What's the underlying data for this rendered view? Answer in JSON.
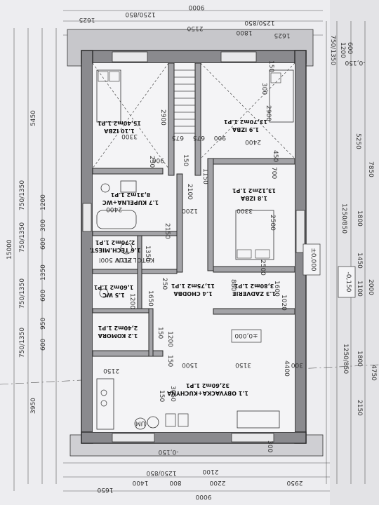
{
  "rooms": {
    "izba_110": {
      "name": "1.10 IZBA",
      "area": "15,40m2 1.P1"
    },
    "izba_19": {
      "name": "1.9 IZBA",
      "area": "13,70m2 1.P1"
    },
    "izba_18": {
      "name": "1.8 IZBA",
      "area": "13,12m2 1.P1"
    },
    "kupelna": {
      "name": "1.7 KUPELNA+WC",
      "area": "8,31m2 1.P1"
    },
    "tech": {
      "name": "1.6 TECH.MIEST.",
      "area": "2,70m2 1.P1"
    },
    "wc": {
      "name": "1.5 WC",
      "area": "1,60m2 1.P1"
    },
    "chodba": {
      "name": "1.4 CHODBA",
      "area": "11,75m2 1.P1"
    },
    "zadverie": {
      "name": "1.3 ZADVERIE",
      "area": "3,80m2 1.P1"
    },
    "komora": {
      "name": "1.2 KOMORA",
      "area": "2,40m2 1.P1"
    },
    "obyvacka": {
      "name": "1.1 OBYVACKA+KUCHYNA",
      "area": "32,60m2 1.P1"
    }
  },
  "levels": {
    "zero": "±0,000",
    "minus": "-0,150",
    "lower": "-0,150",
    "bottom": "-0,150"
  },
  "equipment": {
    "zasobnik": "ZTUV 500l",
    "kotol": "KOTOL PLYN",
    "um": "UM"
  },
  "dims": {
    "left": [
      "5450",
      "1200",
      "300",
      "600",
      "1350",
      "750/1350",
      "750/1350",
      "600",
      "950",
      "600",
      "750/1350",
      "750/1350",
      "3950",
      "15000"
    ],
    "right": [
      "750/1350",
      "1200",
      "600",
      "5250",
      "7850",
      "1250/850",
      "1800",
      "2000",
      "1450",
      "1100",
      "1800",
      "1250/850",
      "2150",
      "4750"
    ],
    "top": [
      "9000",
      "1250/850",
      "1625",
      "2150",
      "1800",
      "1250/850",
      "1625"
    ],
    "bottom": [
      "2100",
      "2200",
      "2950",
      "1250/850",
      "800",
      "1400",
      "1650",
      "9000"
    ],
    "inner": [
      "2900",
      "3300",
      "250",
      "900",
      "675",
      "150",
      "675",
      "900",
      "2400",
      "450",
      "2900",
      "2100",
      "1150",
      "1200",
      "2400",
      "1350",
      "2150",
      "3300",
      "2500",
      "700",
      "1600",
      "1650",
      "1200",
      "250",
      "880",
      "1020",
      "2500",
      "1200",
      "1500",
      "150",
      "2150",
      "3050",
      "3150",
      "4400",
      "300",
      "150",
      "300",
      "150",
      "300",
      "150"
    ]
  }
}
